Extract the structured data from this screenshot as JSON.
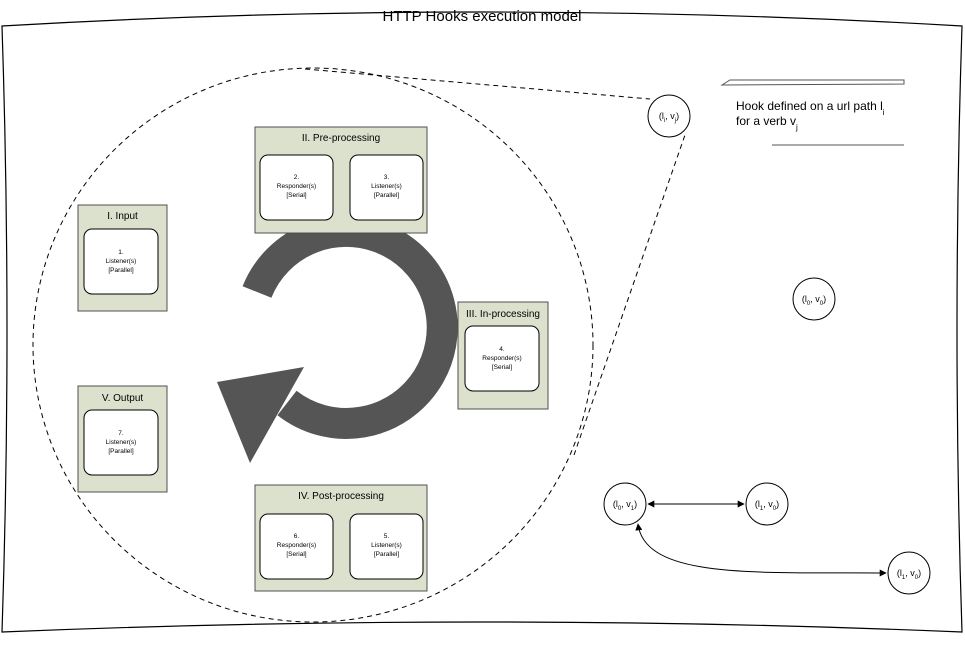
{
  "title": "HTTP Hooks execution model",
  "stages": [
    {
      "title": "I. Input",
      "boxes": [
        {
          "num": "1.",
          "role": "Listener(s)",
          "mode": "[Parallel]"
        }
      ]
    },
    {
      "title": "II. Pre-processing",
      "boxes": [
        {
          "num": "2.",
          "role": "Responder(s)",
          "mode": "[Serial]"
        },
        {
          "num": "3.",
          "role": "Listener(s)",
          "mode": "[Parallel]"
        }
      ]
    },
    {
      "title": "III. In-processing",
      "boxes": [
        {
          "num": "4.",
          "role": "Responder(s)",
          "mode": "[Serial]"
        }
      ]
    },
    {
      "title": "IV. Post-processing",
      "boxes": [
        {
          "num": "6.",
          "role": "Responder(s)",
          "mode": "[Serial]"
        },
        {
          "num": "5.",
          "role": "Listener(s)",
          "mode": "[Parallel]"
        }
      ]
    },
    {
      "title": "V. Output",
      "boxes": [
        {
          "num": "7.",
          "role": "Listener(s)",
          "mode": "[Parallel]"
        }
      ]
    }
  ],
  "nodes": {
    "hook": {
      "base": "(l",
      "sub1": "i",
      "mid": ", v",
      "sub2": "j",
      "end": ")"
    },
    "n1": {
      "base": "(l",
      "sub1": "0",
      "mid": ", v",
      "sub2": "0",
      "end": ")"
    },
    "n2": {
      "base": "(l",
      "sub1": "0",
      "mid": ", v",
      "sub2": "1",
      "end": ")"
    },
    "n3": {
      "base": "(l",
      "sub1": "1",
      "mid": ", v",
      "sub2": "0",
      "end": ")"
    },
    "n4": {
      "base": "(l",
      "sub1": "1",
      "mid": ", v",
      "sub2": "0",
      "end": ")"
    }
  },
  "note": {
    "line1": "Hook defined on a url path l",
    "line1_sub": "i",
    "line2": "for a verb v",
    "line2_sub": "j"
  },
  "colors": {
    "stage_fill": "#dbe1cd",
    "cycle_arrow": "#555555"
  }
}
